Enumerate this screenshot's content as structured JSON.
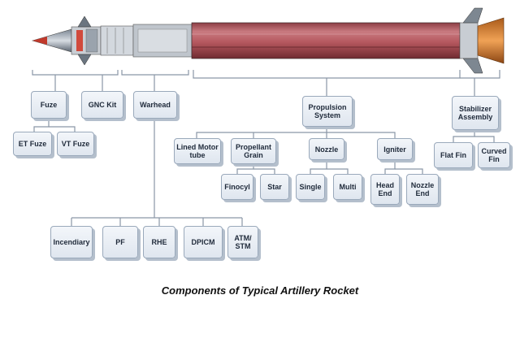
{
  "caption": "Components of Typical Artillery Rocket",
  "nodes": {
    "fuze": "Fuze",
    "gnc_kit": "GNC Kit",
    "warhead": "Warhead",
    "propulsion_system": "Propulsion\nSystem",
    "stabilizer_assembly": "Stabilizer\nAssembly",
    "et_fuze": "ET Fuze",
    "vt_fuze": "VT Fuze",
    "lined_motor_tube": "Lined Motor\ntube",
    "propellant_grain": "Propellant\nGrain",
    "nozzle": "Nozzle",
    "igniter": "Igniter",
    "flat_fin": "Flat Fin",
    "curved_fin": "Curved\nFin",
    "finocyl": "Finocyl",
    "star": "Star",
    "single": "Single",
    "multi": "Multi",
    "head_end": "Head\nEnd",
    "nozzle_end": "Nozzle\nEnd",
    "incendiary": "Incendiary",
    "pf": "PF",
    "rhe": "RHE",
    "dpicm": "DPICM",
    "atm_stm": "ATM/\nSTM"
  },
  "colors": {
    "box_border": "#9aa9bb",
    "connector": "#8a96a6",
    "motor_tube": "#b5575e",
    "nose_tip": "#c0392b",
    "nozzle_orange": "#d9822b"
  }
}
